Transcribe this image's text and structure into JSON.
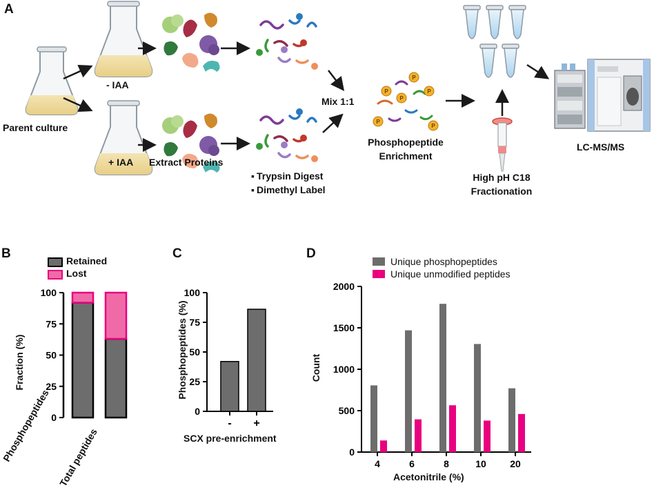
{
  "colors": {
    "dark_bar": "#6d6d6d",
    "pink": "#f06aa8",
    "magenta": "#e8007f",
    "arrow": "#1a1a1a"
  },
  "panel_a": {
    "letter": "A",
    "parent_culture": "Parent culture",
    "minus_iaa": "- IAA",
    "plus_iaa": "+ IAA",
    "extract_proteins": "Extract Proteins",
    "trypsin_digest": "Trypsin Digest",
    "dimethyl_label": "Dimethyl Label",
    "mix": "Mix 1:1",
    "enrichment_line1": "Phosphopeptide",
    "enrichment_line2": "Enrichment",
    "hph_line1": "High pH C18",
    "hph_line2": "Fractionation",
    "lcms": "LC-MS/MS",
    "phospho_bead_letter": "P"
  },
  "chart_data": [
    {
      "panel": "B",
      "type": "bar",
      "stacked": true,
      "categories": [
        "Phosphopeptides",
        "Total peptides"
      ],
      "series": [
        {
          "name": "Retained",
          "values": [
            92,
            63
          ],
          "color": "#6d6d6d"
        },
        {
          "name": "Lost",
          "values": [
            8,
            37
          ],
          "color": "#f06aa8"
        }
      ],
      "ylabel": "Fraction (%)",
      "ylim": [
        0,
        100
      ],
      "yticks": [
        "0",
        "25",
        "50",
        "75",
        "100"
      ],
      "legend": "top"
    },
    {
      "panel": "C",
      "type": "bar",
      "categories": [
        "-",
        "+"
      ],
      "values": [
        42,
        86
      ],
      "ylabel": "Phosphopeptides (%)",
      "xlabel": "SCX pre-enrichment",
      "ylim": [
        0,
        100
      ],
      "yticks": [
        "0",
        "25",
        "50",
        "75",
        "100"
      ]
    },
    {
      "panel": "D",
      "type": "bar",
      "categories": [
        "4",
        "6",
        "8",
        "10",
        "20"
      ],
      "series": [
        {
          "name": "Unique phosphopeptides",
          "values": [
            805,
            1470,
            1790,
            1305,
            770
          ],
          "color": "#6d6d6d"
        },
        {
          "name": "Unique unmodified peptides",
          "values": [
            140,
            395,
            565,
            380,
            460
          ],
          "color": "#e8007f"
        }
      ],
      "xlabel": "Acetonitrile (%)",
      "ylabel": "Count",
      "ylim": [
        0,
        2000
      ],
      "yticks": [
        "0",
        "500",
        "1000",
        "1500",
        "2000"
      ],
      "legend": "top"
    }
  ]
}
